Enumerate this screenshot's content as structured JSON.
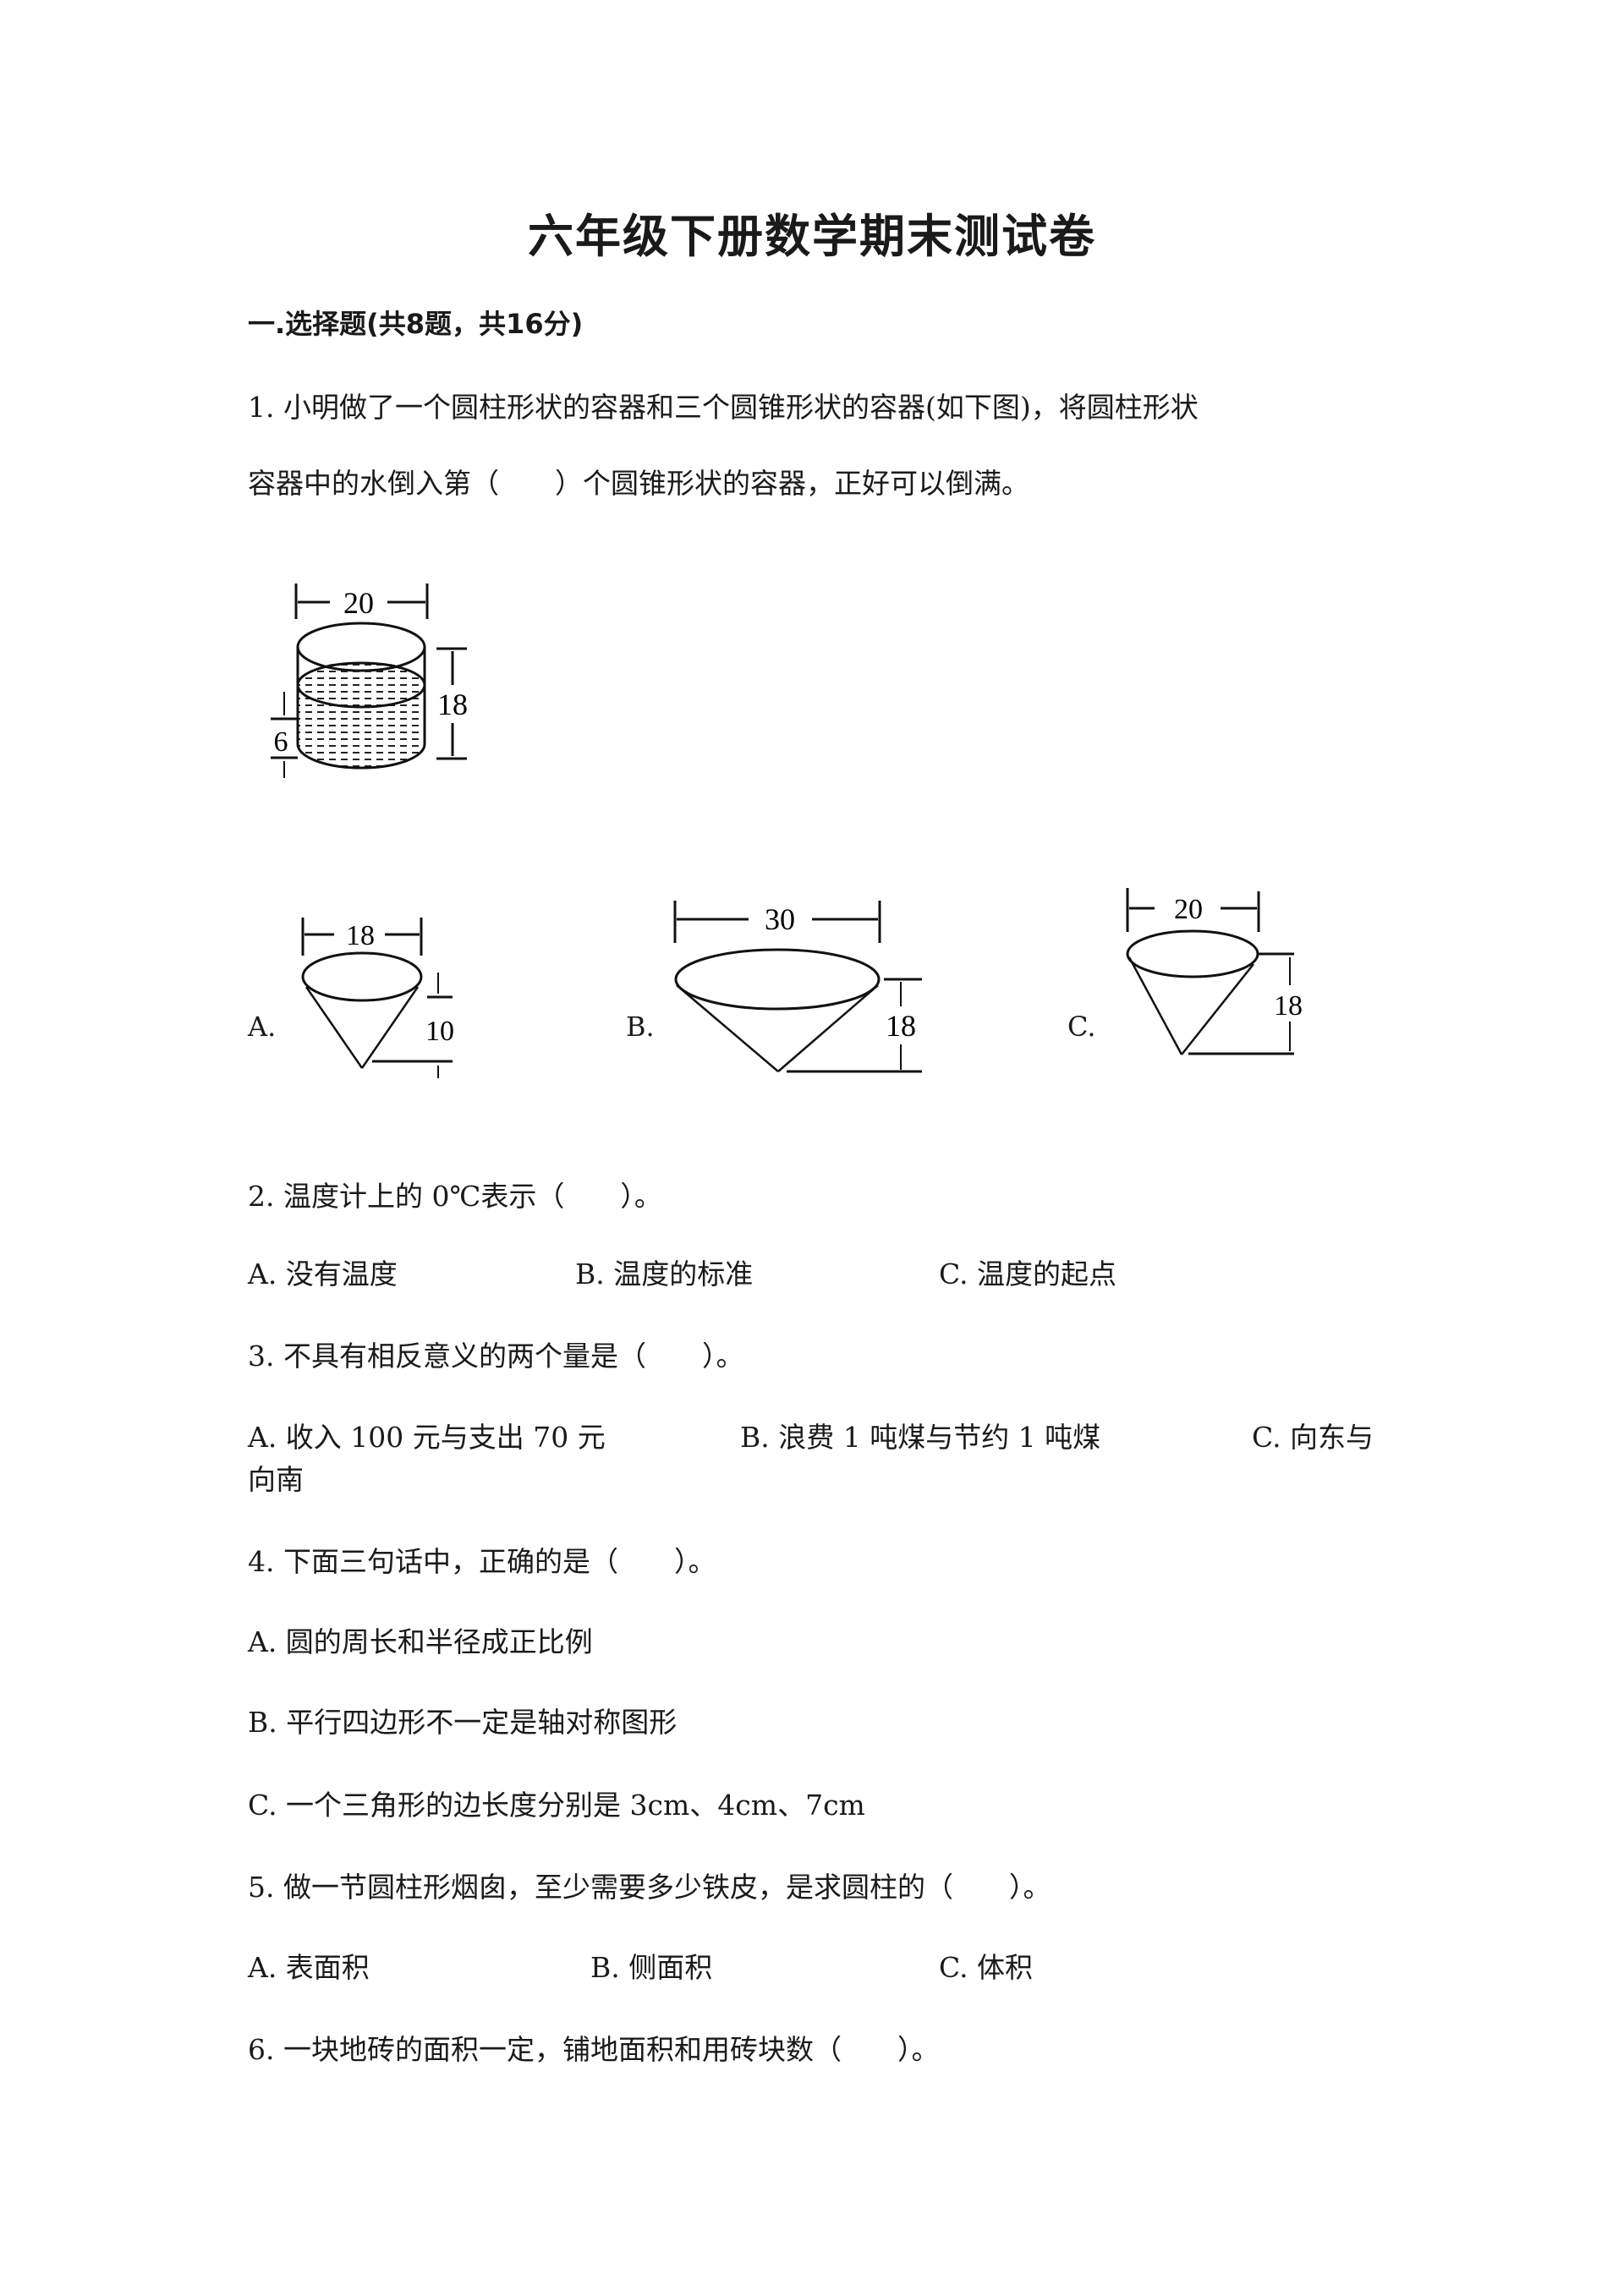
{
  "document": {
    "title": "六年级下册数学期末测试卷",
    "section": "一.选择题(共8题，共16分)"
  },
  "questions": [
    {
      "number": "1.",
      "lines": [
        "1. 小明做了一个圆柱形状的容器和三个圆锥形状的容器(如下图)，将圆柱形状",
        "容器中的水倒入第（　　）个圆锥形状的容器，正好可以倒满。"
      ],
      "figure": {
        "cylinder": {
          "diameter": "20",
          "height": "18",
          "water_height": "6"
        },
        "cones": [
          {
            "label": "A.",
            "diameter": "18",
            "height": "10"
          },
          {
            "label": "B.",
            "diameter": "30",
            "height": "18"
          },
          {
            "label": "C.",
            "diameter": "20",
            "height": "18"
          }
        ]
      }
    },
    {
      "text": "2. 温度计上的 0℃表示（　　）。",
      "options": [
        "A. 没有温度",
        "B. 温度的标准",
        "C. 温度的起点"
      ]
    },
    {
      "text": "3. 不具有相反意义的两个量是（　　）。",
      "options": [
        "A. 收入 100 元与支出 70 元",
        "B. 浪费 1 吨煤与节约 1 吨煤",
        "C. 向东与",
        "向南"
      ]
    },
    {
      "text": "4. 下面三句话中，正确的是（　　）。",
      "options": [
        "A. 圆的周长和半径成正比例",
        "B. 平行四边形不一定是轴对称图形",
        "C. 一个三角形的边长度分别是 3cm、4cm、7cm"
      ]
    },
    {
      "text": "5. 做一节圆柱形烟囱，至少需要多少铁皮，是求圆柱的（　　）。",
      "options": [
        "A. 表面积",
        "B. 侧面积",
        "C. 体积"
      ]
    },
    {
      "text": "6. 一块地砖的面积一定，铺地面积和用砖块数（　　）。"
    }
  ]
}
